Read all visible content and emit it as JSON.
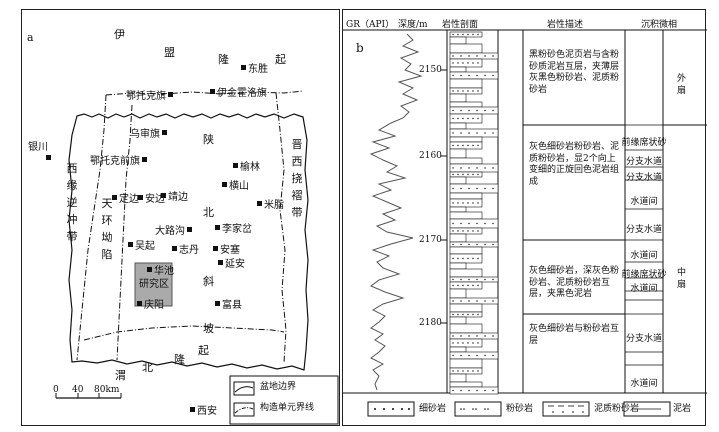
{
  "panel_a": {
    "label": "a",
    "regions": {
      "yimeng": "伊盟隆起",
      "weibei": "渭北隆起",
      "western": "西缘逆冲带",
      "tianhuan": "天环坳陷",
      "shanbei": "陕北斜坡",
      "jinxi": "晋西挠褶带"
    },
    "cities": {
      "dongsheng": "东胜",
      "yijin": "伊金霍洛旗",
      "etuoke": "鄂托克旗",
      "wushen": "乌审旗",
      "etuoke_front": "鄂托克前旗",
      "yulin": "榆林",
      "hengshan": "横山",
      "mizhi": "米脂",
      "dingbian": "定边",
      "anbian": "安边",
      "jingbian": "靖边",
      "dalugou": "大路沟",
      "lijiacha": "李家岔",
      "wuqi": "吴起",
      "zhidan": "志丹",
      "ansai": "安塞",
      "yanan": "延安",
      "huachi": "华池",
      "qingyang": "庆阳",
      "fuxian": "富县",
      "yinchuan": "银川",
      "xian": "西安"
    },
    "study_area": "研究区",
    "scale": {
      "ticks": [
        "0",
        "40",
        "80km"
      ]
    },
    "legend": {
      "basin": "盆地边界",
      "unit": "构造单元界线"
    }
  },
  "panel_b": {
    "label": "b",
    "headers": {
      "gr": "GR（API）",
      "depth": "深度/m",
      "section": "岩性剖面",
      "desc": "岩性描述",
      "facies": "沉积微相"
    },
    "depths": [
      "2150",
      "2160",
      "2170",
      "2180"
    ],
    "desc": [
      "黑粉砂色泥页岩与含粉砂质泥岩互层，夹薄层灰黑色粉砂岩、泥质粉砂岩",
      "灰色细砂岩粉砂岩、泥质粉砂岩，显2个向上变细的正旋回色泥岩组成",
      "灰色细砂岩，深灰色粉砂岩、泥质粉砂岩互层，夹黑色泥岩",
      "灰色细砂岩与粉砂岩互层"
    ],
    "facies_upper": "外扇",
    "facies_middle": "中扇",
    "micro": [
      "前缘席状砂",
      "分支水道",
      "分支水道",
      "水道间",
      "分支水道",
      "水道间",
      "前缘席状砂",
      "水道间",
      "分支水道",
      "水道间"
    ],
    "legend": {
      "fine": "细砂岩",
      "silt": "粉砂岩",
      "mudsilt": "泥质粉砂岩",
      "mud": "泥岩"
    }
  }
}
